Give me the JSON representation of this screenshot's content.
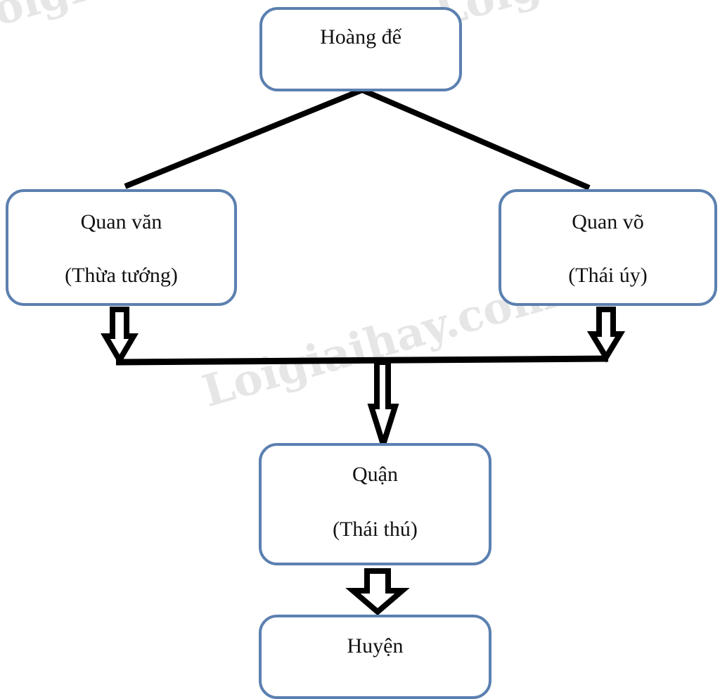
{
  "diagram": {
    "type": "hierarchy",
    "watermark": "Loigiaihay.com",
    "colors": {
      "box_border": "#5b80b0",
      "connector": "#000000",
      "watermark": "#c8c8c8"
    },
    "nodes": {
      "emperor": {
        "title": "Hoàng đế",
        "subtitle": ""
      },
      "civil": {
        "title": "Quan văn",
        "subtitle": "(Thừa tướng)"
      },
      "military": {
        "title": "Quan võ",
        "subtitle": "(Thái úy)"
      },
      "commandery": {
        "title": "Quận",
        "subtitle": "(Thái thú)"
      },
      "county": {
        "title": "Huyện",
        "subtitle": ""
      }
    },
    "edges": [
      {
        "from": "emperor",
        "to": "civil",
        "style": "line"
      },
      {
        "from": "emperor",
        "to": "military",
        "style": "line"
      },
      {
        "from": "civil",
        "to": "commandery",
        "style": "hollow-arrow"
      },
      {
        "from": "military",
        "to": "commandery",
        "style": "hollow-arrow"
      },
      {
        "from": "commandery",
        "to": "county",
        "style": "hollow-arrow"
      }
    ]
  }
}
